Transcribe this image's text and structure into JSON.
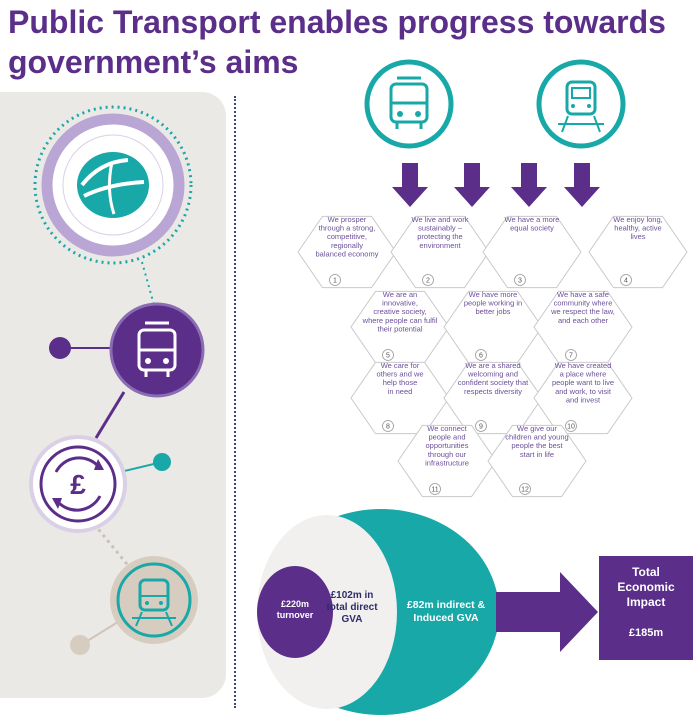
{
  "title": "Public Transport enables progress towards government’s aims",
  "colors": {
    "purple": "#5b2e8a",
    "teal": "#18a8a8",
    "light_purple": "#b9a6d4",
    "panel": "#ebe9e6",
    "tan": "#d7ccc0"
  },
  "left_icons": [
    "transport-logo-icon",
    "bus-icon",
    "pound-cycle-icon",
    "train-icon"
  ],
  "top_icons": [
    "bus-icon",
    "train-icon"
  ],
  "hexagons": [
    {
      "num": "1",
      "lines": [
        "We prosper",
        "through a strong,",
        "competitive,",
        "regionally",
        "balanced economy"
      ]
    },
    {
      "num": "2",
      "lines": [
        "We live and work",
        "sustainably –",
        "protecting the",
        "environment"
      ]
    },
    {
      "num": "3",
      "lines": [
        "We have a more",
        "equal society"
      ]
    },
    {
      "num": "4",
      "lines": [
        "We enjoy long,",
        "healthy, active",
        "lives"
      ]
    },
    {
      "num": "5",
      "lines": [
        "We are an",
        "innovative,",
        "creative society,",
        "where people can fulfil",
        "their potential"
      ]
    },
    {
      "num": "6",
      "lines": [
        "We have more",
        "people working in",
        "better jobs"
      ]
    },
    {
      "num": "7",
      "lines": [
        "We have a safe",
        "community where",
        "we respect the law,",
        "and each other"
      ]
    },
    {
      "num": "8",
      "lines": [
        "We care for",
        "others and we",
        "help those",
        "in need"
      ]
    },
    {
      "num": "9",
      "lines": [
        "We are a shared",
        "welcoming and",
        "confident society that",
        "respects diversity"
      ]
    },
    {
      "num": "10",
      "lines": [
        "We have created",
        "a place where",
        "people want to live",
        "and work, to visit",
        "and invest"
      ]
    },
    {
      "num": "11",
      "lines": [
        "We connect",
        "people and",
        "opportunities",
        "through our",
        "infrastructure"
      ]
    },
    {
      "num": "12",
      "lines": [
        "We give our",
        "children and young",
        "people the best",
        "start in life"
      ]
    }
  ],
  "economic": {
    "turnover_lines": [
      "£220m",
      "turnover"
    ],
    "direct_lines": [
      "£102m in",
      "total direct",
      "GVA"
    ],
    "indirect_lines": [
      "£82m indirect &",
      "Induced GVA"
    ],
    "total_title_lines": [
      "Total",
      "Economic",
      "Impact"
    ],
    "total_value": "£185m"
  }
}
